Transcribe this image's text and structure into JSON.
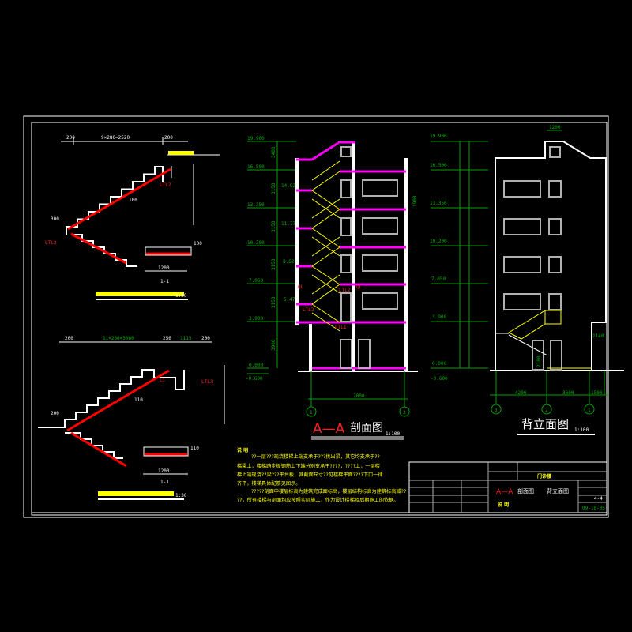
{
  "colors": {
    "background": "#000000",
    "frame": "#ffffff",
    "dimension": "#00a000",
    "slab": "#ff00ff",
    "rebar": "#ff0000",
    "stair": "#ffff00"
  },
  "section": {
    "title_prefix": "A—A",
    "title": "剖面图",
    "scale": "1:100",
    "levels": [
      "19.900",
      "16.500",
      "13.350",
      "10.200",
      "7.050",
      "3.900",
      "0.000",
      "-0.600"
    ],
    "landing_levels": [
      "14.925",
      "11.775",
      "8.625",
      "5.475"
    ],
    "heights": [
      "3400",
      "3150",
      "3150",
      "3150",
      "3150",
      "3900"
    ],
    "right_dim": "1900",
    "width_dim": "7000",
    "axes": [
      "1",
      "3"
    ],
    "labels": {
      "ql1": "QL",
      "ql2": "QL",
      "ltl2a": "LTL2",
      "ltl2b": "LTL2",
      "ltl1": "LTL1"
    }
  },
  "elevation": {
    "title": "背立面图",
    "scale": "1:100",
    "levels": [
      "19.900",
      "16.500",
      "13.350",
      "10.200",
      "7.050",
      "3.900",
      "0.000",
      "-0.600"
    ],
    "top_dim": "1200",
    "side_dim": "1140",
    "door_dim": "2100",
    "bottom_dims": [
      "4200",
      "3600",
      "1500"
    ],
    "axes": [
      "3",
      "2",
      "1"
    ]
  },
  "detail1": {
    "top_dims": [
      "200",
      "9×280=2520",
      "200"
    ],
    "caption_scale": "1:30",
    "section_label": "1-1",
    "section_dim": "1200",
    "labels": {
      "ltl2": "LTL2",
      "ltl1": "LTL2",
      "d300": "300",
      "d100": "100",
      "d100b": "100"
    }
  },
  "detail2": {
    "top_dims": [
      "200",
      "11×280=3080",
      "250",
      "1115",
      "200"
    ],
    "caption_scale": "1:30",
    "section_label": "1-1",
    "section_dim": "1200",
    "labels": {
      "ltl3": "LTL3",
      "ltl1": "L1",
      "d110": "110",
      "d110b": "110",
      "d200": "200"
    }
  },
  "notes": {
    "heading": "说 明",
    "lines": [
      "??一层???现浇楼梯上端支承于???挑出梁，其它均支承于??",
      "梯梁上，楼梯踏步板钢筋上下端分别支承于????，????上，一层楼",
      "梯上端现浇??梁???平台板，其截面尺寸??见楼梯平面????下口一律",
      "齐平，楼梯具体配筋见图示。",
      "?????剖面中楼层标高为建筑完成面标高，楼层结构标高为建筑标高减??",
      "??，所有楼梯与剖面均应按照实际施工，作为设计楼梯及后期施工的依据。"
    ]
  },
  "title_block": {
    "drawing_title_prefix": "A—A",
    "drawing_title": "剖面图",
    "drawing_title2": "背立面图",
    "project": "门诊楼",
    "note": "说 明",
    "sheet_no": "4-4",
    "date": "09-10-05"
  }
}
